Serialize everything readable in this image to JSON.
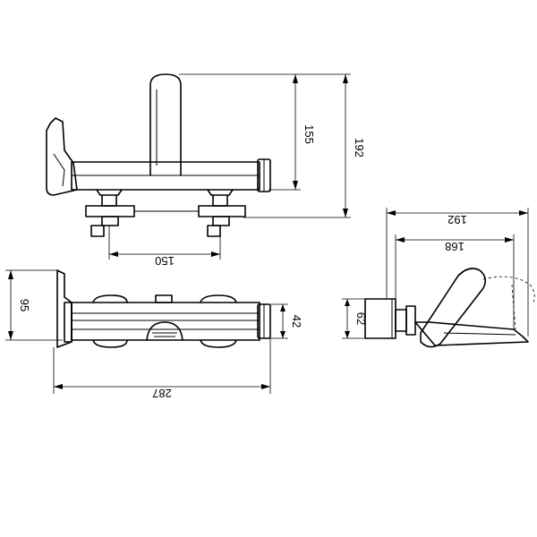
{
  "dimensions": {
    "height_total": "192",
    "height_spout": "155",
    "center_distance": "150",
    "overall_length": "287",
    "wall_depth": "95",
    "body_diameter": "42",
    "side_length_total": "192",
    "side_length_spout": "168",
    "side_height": "62"
  },
  "colors": {
    "line": "#000000",
    "background": "#ffffff"
  }
}
